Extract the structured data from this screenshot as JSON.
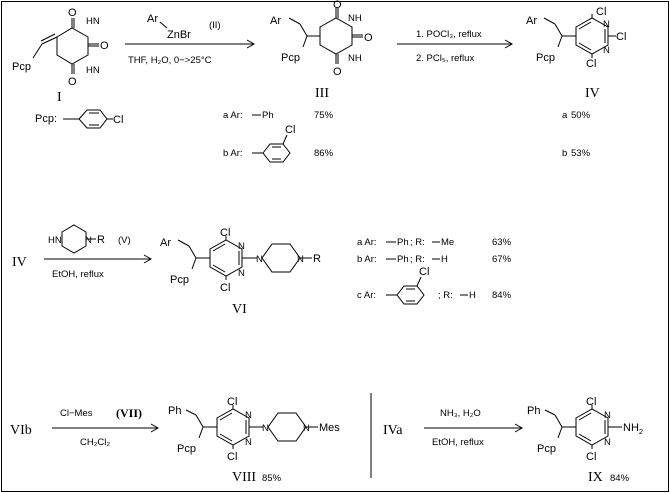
{
  "atoms": {
    "pcp": "Pcp",
    "ar": "Ar",
    "ph": "Ph",
    "cl": "Cl",
    "n": "N",
    "o": "O",
    "h": "H",
    "nh2": "NH",
    "two": "2",
    "r": "R",
    "mes": "Mes",
    "pcp_def": "Pcp:"
  },
  "compounds": {
    "I": "I",
    "III": "III",
    "IV": "IV",
    "VI": "VI",
    "VIII": "VIII",
    "VIII_yield": "85%",
    "IX": "IX",
    "IX_yield": "84%",
    "IV_start": "IV",
    "VIb_start": "VIb",
    "IVa_start": "IVa"
  },
  "reactions": {
    "r1_reagent_ar": "Ar",
    "r1_reagent_znbr": "ZnBr",
    "r1_reagent_label": "(II)",
    "r1_conditions": "THF, H₂O, 0−>25°C",
    "r2_step1": "1. POCl₃,  reflux",
    "r2_step2": "2. PCl₅,  reflux",
    "r3_reagent_label": "(V)",
    "r3_conditions": "EtOH,  reflux",
    "r4_reagent": "Cl−Mes",
    "r4_reagent_label": "(VII)",
    "r4_solvent": "CH₂Cl₂",
    "r5_reagent": "NH₃,  H₂O",
    "r5_conditions": "EtOH,  reflux"
  },
  "yields_III": [
    {
      "key": "a Ar:",
      "group": "Ph",
      "value": "75%"
    },
    {
      "key": "b Ar:",
      "group": "",
      "value": "86%"
    }
  ],
  "yields_IV": [
    {
      "key": "a",
      "value": "50%"
    },
    {
      "key": "b",
      "value": "53%"
    }
  ],
  "yields_VI": [
    {
      "key": "a Ar:",
      "group": "Ph",
      "r_label": "; R:",
      "r": "Me",
      "value": "63%"
    },
    {
      "key": "b Ar:",
      "group": "Ph",
      "r_label": "; R:",
      "r": "H",
      "value": "67%"
    },
    {
      "key": "c Ar:",
      "group": "",
      "r_label": "; R:",
      "r": "H",
      "value": "84%"
    }
  ]
}
